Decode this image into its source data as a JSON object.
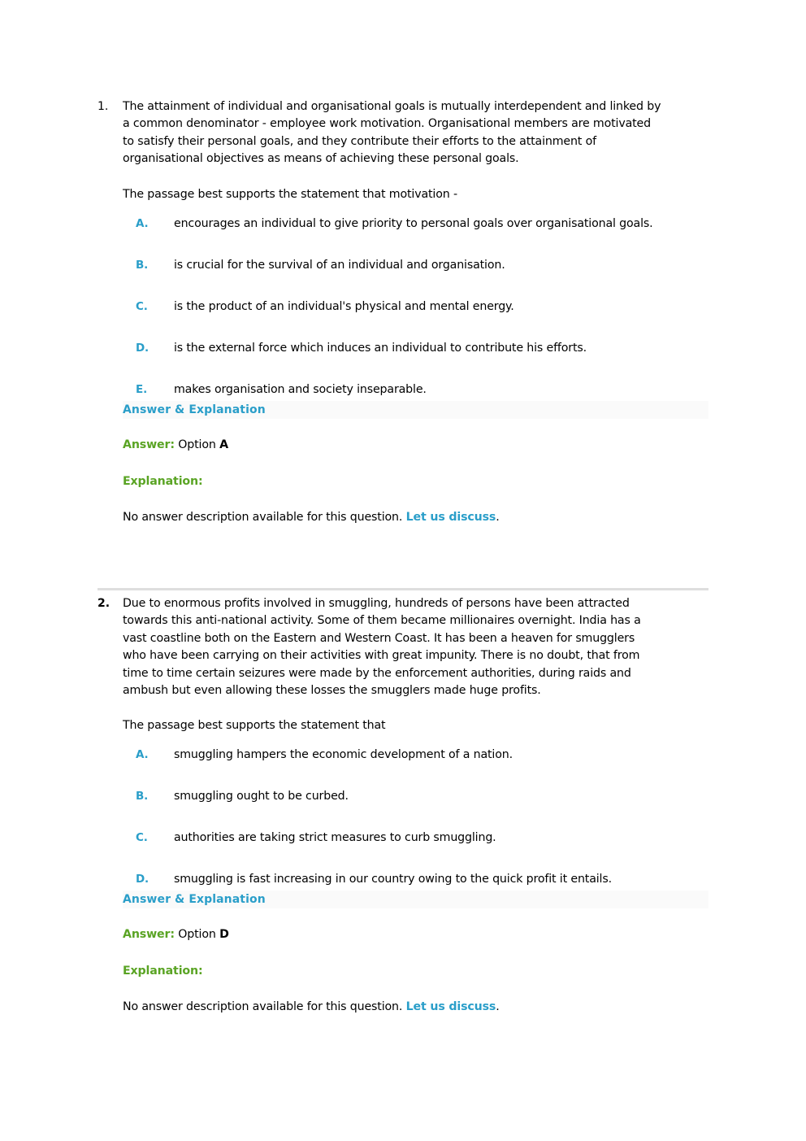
{
  "questions": [
    {
      "number": "1.",
      "passage": "The attainment of individual and organisational goals is mutually interdependent and linked by a common denominator - employee work motivation. Organisational members are motivated to satisfy their personal goals, and they contribute their efforts to the attainment of organisational objectives as means of achieving these personal goals.",
      "passage_lines": [
        "The attainment of individual and organisational goals is mutually interdependent and linked by",
        "a common denominator - employee work motivation. Organisational members are motivated",
        "to satisfy their personal goals, and they contribute their efforts to the attainment of",
        "organisational objectives as means of achieving these personal goals."
      ],
      "prompt": "The passage best supports the statement that motivation -",
      "options": [
        {
          "letter": "A.",
          "text": "encourages an individual to give priority to personal goals over organisational goals."
        },
        {
          "letter": "B.",
          "text": "is crucial for the survival of an individual and organisation."
        },
        {
          "letter": "C.",
          "text": "is the product of an individual's physical and mental energy."
        },
        {
          "letter": "D.",
          "text": "is the external force which induces an individual to contribute his efforts."
        },
        {
          "letter": "E.",
          "text": "makes organisation and society inseparable."
        }
      ],
      "answer_explanation_label": "Answer & Explanation",
      "answer_label": "Answer:",
      "answer_prefix": "Option",
      "answer_option": "A",
      "explanation_label": "Explanation:",
      "explanation_text": "No answer description available for this question.",
      "discuss_link": "Let us discuss",
      "discuss_suffix": "."
    },
    {
      "number": "2.",
      "passage": "Due to enormous profits involved in smuggling, hundreds of persons have been attracted towards this anti-national activity. Some of them became millionaires overnight. India has a vast coastline both on the Eastern and Western Coast. It has been a heaven for smugglers who have been carrying on their activities with great impunity. There is no doubt, that from time to time certain seizures were made by the enforcement authorities, during raids and ambush but even allowing these losses the smugglers made huge profits.",
      "passage_lines": [
        "Due to enormous profits involved in smuggling, hundreds of persons have been attracted",
        "towards this anti-national activity. Some of them became millionaires overnight. India has a",
        "vast coastline both on the Eastern and Western Coast. It has been a heaven for smugglers",
        "who have been carrying on their activities with great impunity. There is no doubt, that from",
        "time to time certain seizures were made by the enforcement authorities, during raids and",
        "ambush but even allowing these losses the smugglers made huge profits."
      ],
      "prompt": "The passage best supports the statement that",
      "options": [
        {
          "letter": "A.",
          "text": "smuggling hampers the economic development of a nation."
        },
        {
          "letter": "B.",
          "text": "smuggling ought to be curbed."
        },
        {
          "letter": "C.",
          "text": "authorities are taking strict measures to curb smuggling."
        },
        {
          "letter": "D.",
          "text": "smuggling is fast increasing in our country owing to the quick profit it entails."
        }
      ],
      "answer_explanation_label": "Answer & Explanation",
      "answer_label": "Answer:",
      "answer_prefix": "Option",
      "answer_option": "D",
      "explanation_label": "Explanation:",
      "explanation_text": "No answer description available for this question.",
      "discuss_link": "Let us discuss",
      "discuss_suffix": "."
    }
  ],
  "colors": {
    "option_letter": "#2a9ec9",
    "link": "#2a9ec9",
    "answer_green": "#5aa424",
    "separator": "#dedede",
    "bar_bg": "#fafafa"
  }
}
